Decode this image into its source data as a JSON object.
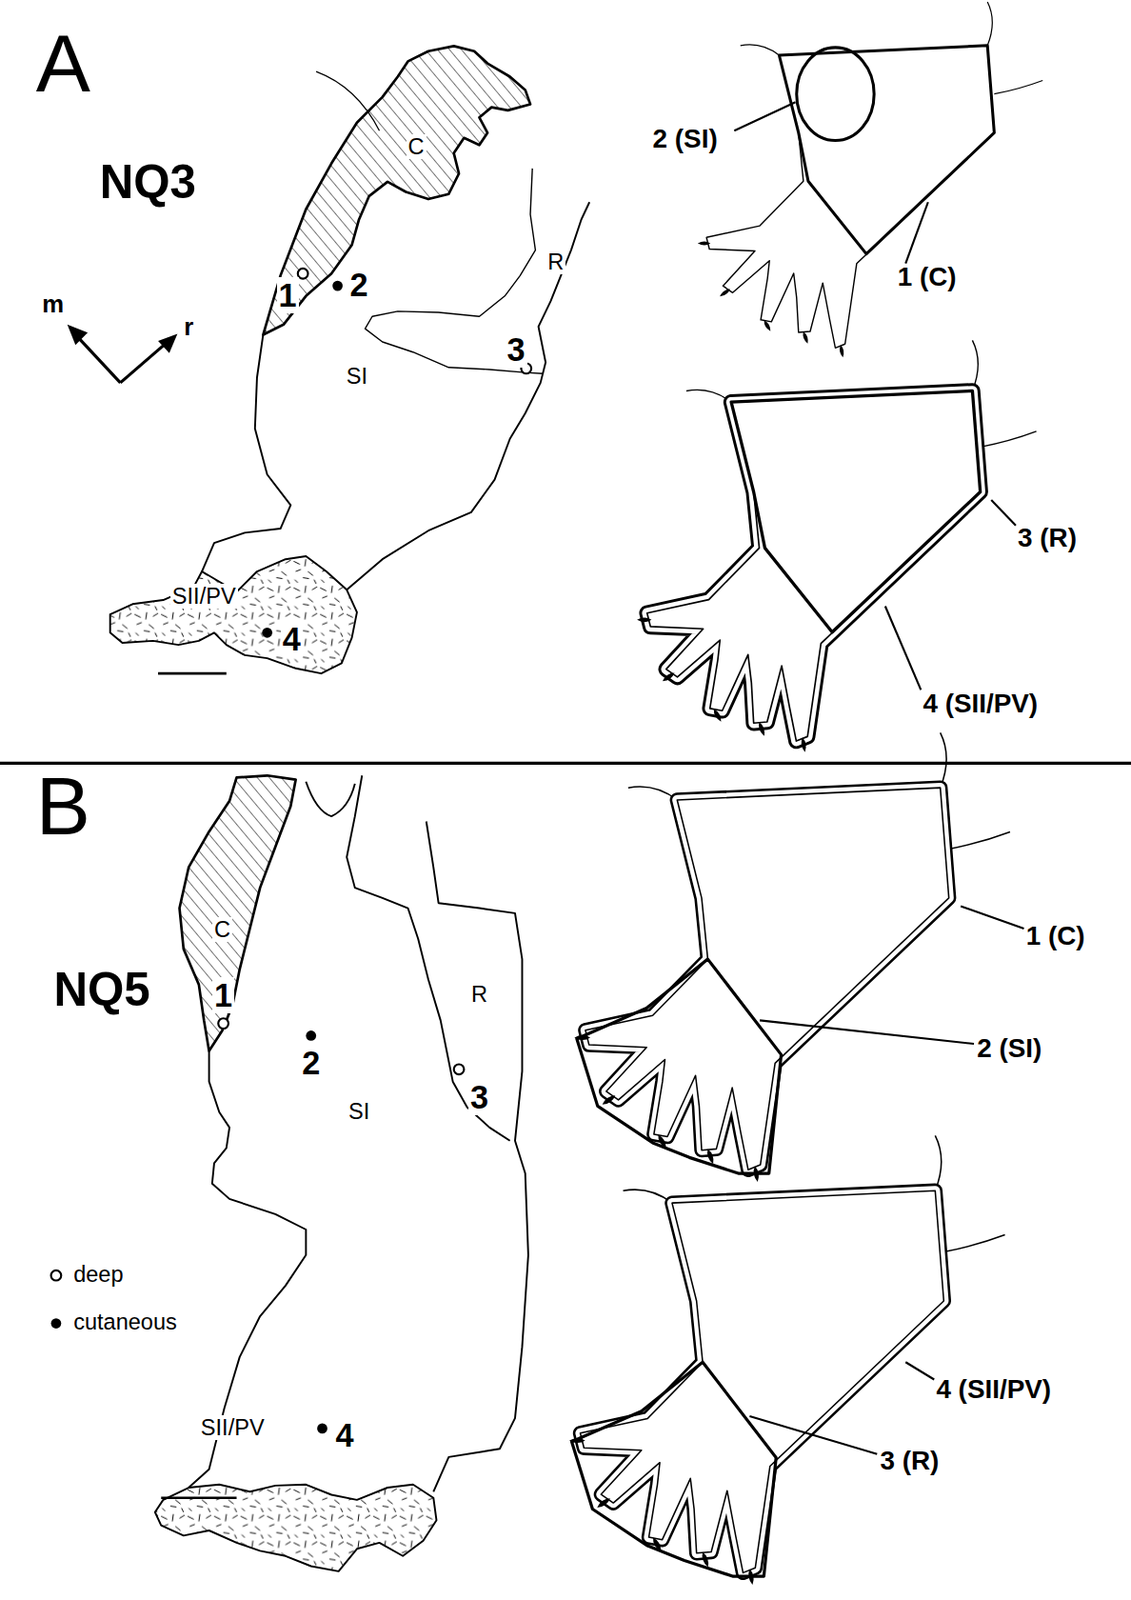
{
  "diagram": {
    "nodes": [
      {
        "text": [
          "C"
        ]
      },
      {
        "text": [
          "SI"
        ]
      },
      {
        "text": [
          "R"
        ]
      },
      {
        "text": [
          "SII/PV"
        ]
      },
      {
        "text": [
          "C"
        ]
      },
      {
        "text": [
          "SI"
        ]
      },
      {
        "text": [
          "R"
        ]
      },
      {
        "text": [
          "SII/PV"
        ]
      }
    ],
    "labels": [
      "A",
      "NQ3",
      "m",
      "r",
      "1",
      "2",
      "3",
      "4",
      "2 (SI)",
      "1 (C)",
      "3 (R)",
      "4 (SII/PV)",
      "B",
      "NQ5",
      "1",
      "2",
      "3",
      "4",
      "1 (C)",
      "2 (SI)",
      "4 (SII/PV)",
      "3 (R)"
    ],
    "legend": [
      {
        "text": "deep"
      },
      {
        "text": "cutaneous"
      }
    ]
  }
}
